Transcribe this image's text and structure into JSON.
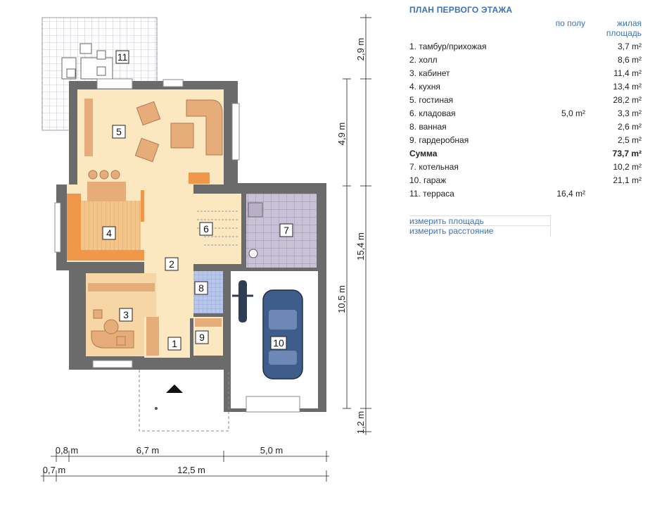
{
  "plan": {
    "rooms": [
      {
        "num": "1"
      },
      {
        "num": "2"
      },
      {
        "num": "3"
      },
      {
        "num": "4"
      },
      {
        "num": "5"
      },
      {
        "num": "6"
      },
      {
        "num": "7"
      },
      {
        "num": "8"
      },
      {
        "num": "9"
      },
      {
        "num": "10"
      },
      {
        "num": "11"
      }
    ],
    "dims": {
      "v_29": "2,9 m",
      "v_49": "4,9 m",
      "v_154": "15,4 m",
      "v_105": "10,5 m",
      "v_12": "1,2 m",
      "h_08": "0,8 m",
      "h_67": "6,7 m",
      "h_50": "5,0 m",
      "h_07": "0,7 m",
      "h_125": "12,5 m"
    },
    "colors": {
      "living": "#fbe7c0",
      "kitchen": "#f5c98c",
      "cabinet": "#f6d6a4",
      "wall": "#6b6b6b",
      "tile": "#ffffff",
      "furniture": "#e6ad7a",
      "orange": "#f0974a",
      "car": "#3f5d8a"
    }
  },
  "info": {
    "title": "ПЛАН ПЕРВОГО ЭТАЖА",
    "col_floor": "по полу",
    "col_living_1": "жилая",
    "col_living_2": "площадь",
    "rows": [
      {
        "name": "1. тамбур/прихожая",
        "floor": "",
        "living": "3,7 m²"
      },
      {
        "name": "2. холл",
        "floor": "",
        "living": "8,6 m²"
      },
      {
        "name": "3. кабинет",
        "floor": "",
        "living": "11,4 m²"
      },
      {
        "name": "4. кухня",
        "floor": "",
        "living": "13,4 m²"
      },
      {
        "name": "5. гостиная",
        "floor": "",
        "living": "28,2 m²"
      },
      {
        "name": "6. кладовая",
        "floor": "5,0 m²",
        "living": "3,3 m²"
      },
      {
        "name": "8. ванная",
        "floor": "",
        "living": "2,6 m²"
      },
      {
        "name": "9. гардеробная",
        "floor": "",
        "living": "2,5 m²"
      },
      {
        "name": "Сумма",
        "floor": "",
        "living": "73,7 m²"
      },
      {
        "name": "7. котельная",
        "floor": "",
        "living": "10,2 m²"
      },
      {
        "name": "10. гараж",
        "floor": "",
        "living": "21,1 m²"
      },
      {
        "name": "11. терраса",
        "floor": "16,4 m²",
        "living": ""
      }
    ],
    "tools": {
      "measure_area": "измерить площадь",
      "measure_distance": "измерить расстояние"
    }
  }
}
